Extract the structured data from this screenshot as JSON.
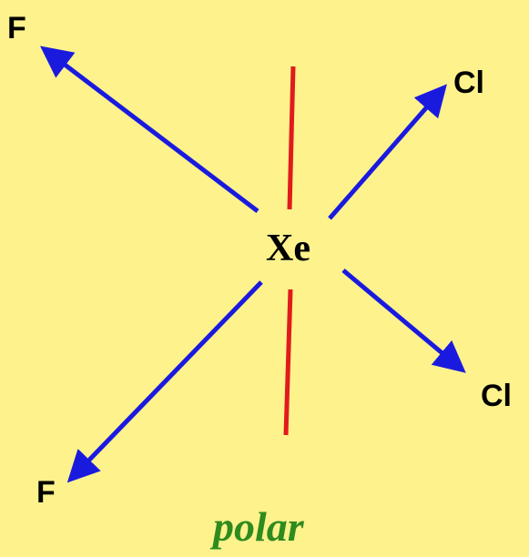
{
  "diagram": {
    "center_atom": "Xe",
    "atoms": {
      "top_left": "F",
      "top_right": "Cl",
      "bottom_right": "Cl",
      "bottom_left": "F"
    },
    "caption": "polar"
  },
  "colors": {
    "background": "#fdf28c",
    "bond_arrow": "#1a1adf",
    "axis_line": "#e11b1b",
    "caption": "#2e8b1e",
    "text": "#000000"
  }
}
